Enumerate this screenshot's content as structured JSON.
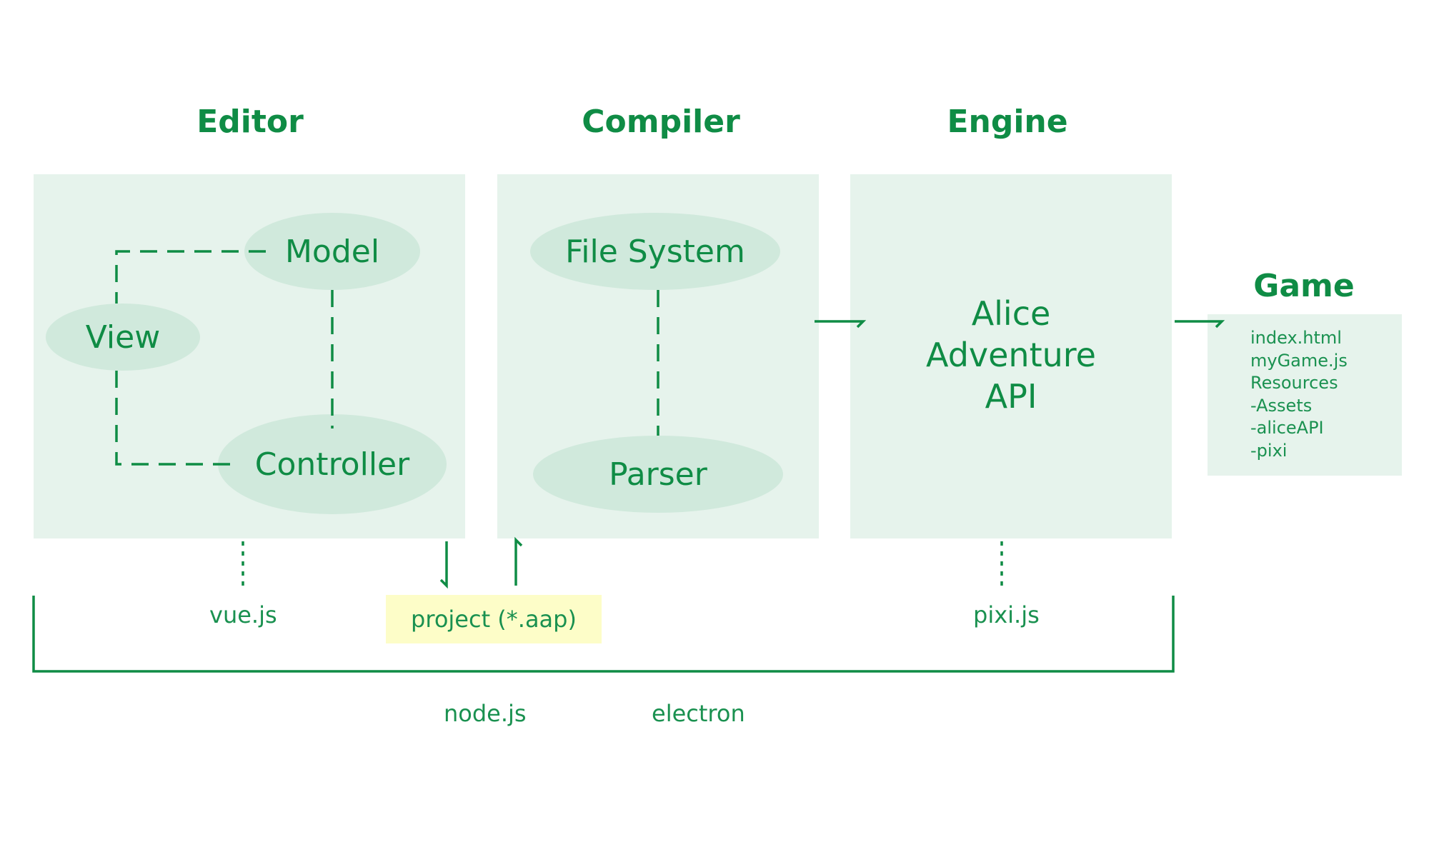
{
  "headings": {
    "editor": "Editor",
    "compiler": "Compiler",
    "engine": "Engine",
    "game": "Game"
  },
  "editor": {
    "model": "Model",
    "view": "View",
    "controller": "Controller"
  },
  "compiler": {
    "file_system": "File System",
    "parser": "Parser"
  },
  "engine": {
    "api_lines": [
      "Alice",
      "Adventure",
      "API"
    ]
  },
  "game": {
    "files": [
      "index.html",
      "myGame.js",
      "Resources",
      "-Assets",
      "-aliceAPI",
      "-pixi"
    ]
  },
  "labels": {
    "vue": "vue.js",
    "project": "project (*.aap)",
    "pixi": "pixi.js",
    "node": "node.js",
    "electron": "electron"
  },
  "colors": {
    "accent": "#0f8c45",
    "panel": "#e6f3ec",
    "ellipse": "#d0e9dc",
    "highlight": "#fdfdc8"
  }
}
